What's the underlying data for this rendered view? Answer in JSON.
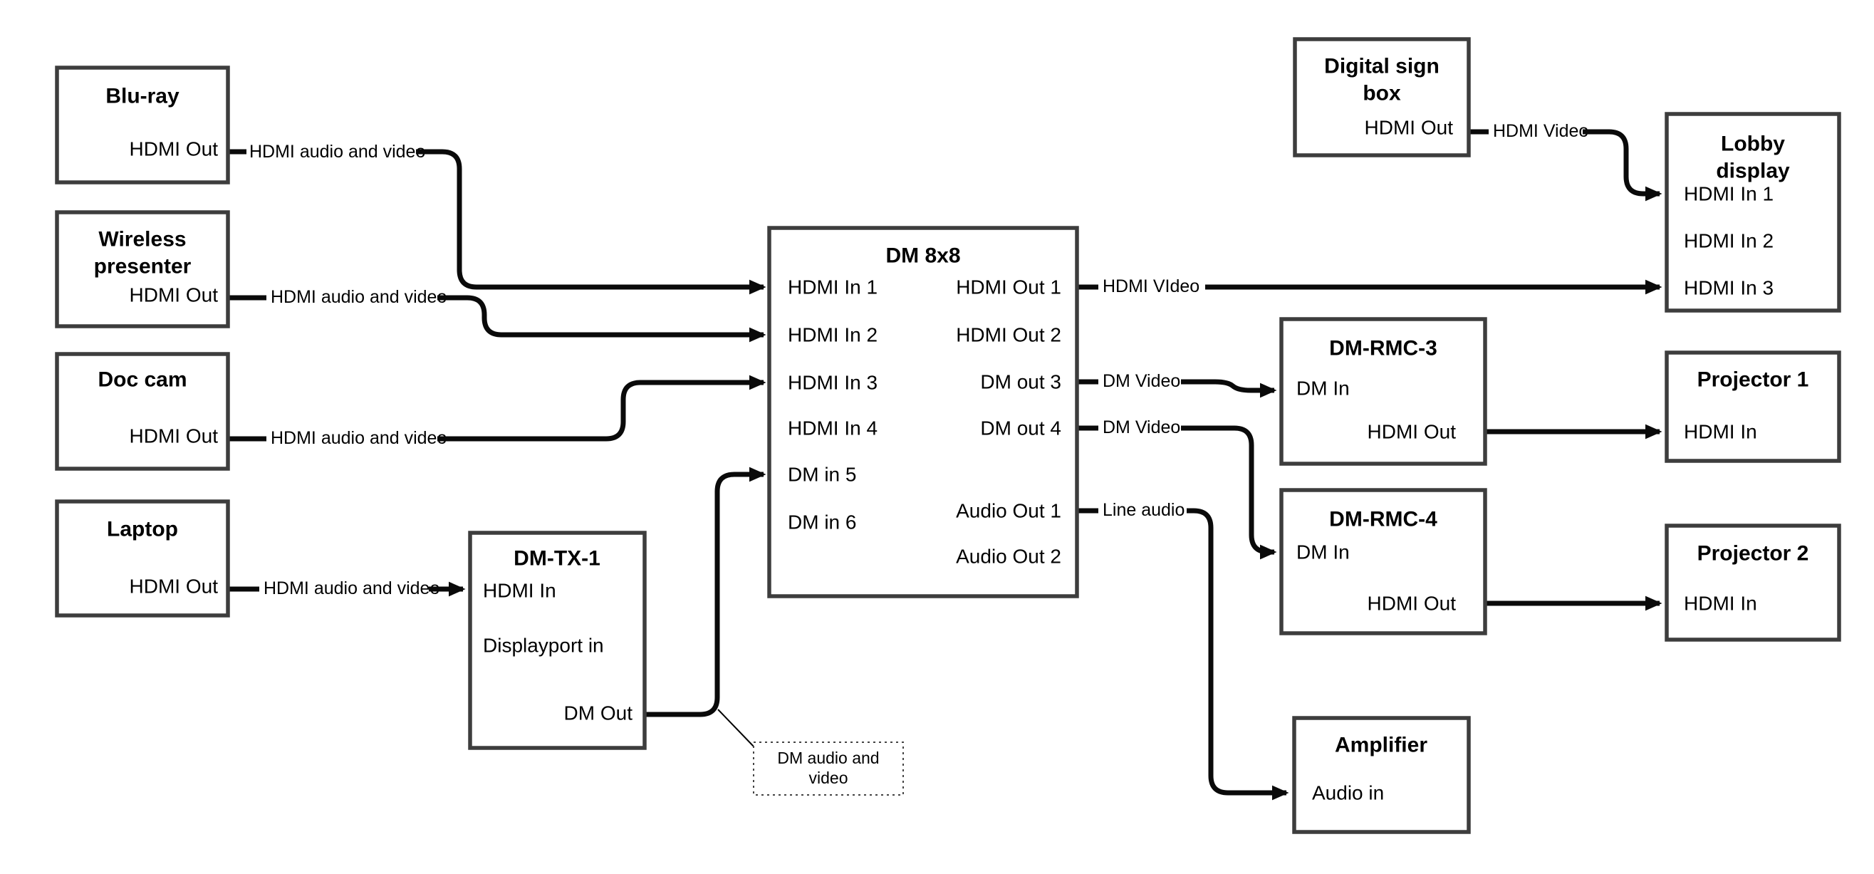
{
  "diagram": {
    "nodes": {
      "bluray": {
        "title": "Blu-ray",
        "ports": {
          "hdmi_out": "HDMI Out"
        }
      },
      "wireless": {
        "title_lines": [
          "Wireless",
          "presenter"
        ],
        "ports": {
          "hdmi_out": "HDMI Out"
        }
      },
      "doc_cam": {
        "title": "Doc cam",
        "ports": {
          "hdmi_out": "HDMI Out"
        }
      },
      "laptop": {
        "title": "Laptop",
        "ports": {
          "hdmi_out": "HDMI Out"
        }
      },
      "dm_tx_1": {
        "title": "DM-TX-1",
        "ports": {
          "hdmi_in": "HDMI In",
          "displayport_in": "Displayport in",
          "dm_out": "DM Out"
        }
      },
      "dm_8x8": {
        "title": "DM 8x8",
        "ports": {
          "hdmi_in_1": "HDMI In 1",
          "hdmi_in_2": "HDMI In 2",
          "hdmi_in_3": "HDMI In 3",
          "hdmi_in_4": "HDMI In 4",
          "dm_in_5": "DM in 5",
          "dm_in_6": "DM in 6",
          "hdmi_out_1": "HDMI Out 1",
          "hdmi_out_2": "HDMI Out 2",
          "dm_out_3": "DM out 3",
          "dm_out_4": "DM out 4",
          "audio_out_1": "Audio Out 1",
          "audio_out_2": "Audio Out 2"
        }
      },
      "digital_sign_box": {
        "title_lines": [
          "Digital sign",
          "box"
        ],
        "ports": {
          "hdmi_out": "HDMI Out"
        }
      },
      "lobby_display": {
        "title_lines": [
          "Lobby",
          "display"
        ],
        "ports": {
          "hdmi_in_1": "HDMI In 1",
          "hdmi_in_2": "HDMI In 2",
          "hdmi_in_3": "HDMI In 3"
        }
      },
      "dm_rmc_3": {
        "title": "DM-RMC-3",
        "ports": {
          "dm_in": "DM In",
          "hdmi_out": "HDMI Out"
        }
      },
      "projector_1": {
        "title": "Projector 1",
        "ports": {
          "hdmi_in": "HDMI In"
        }
      },
      "dm_rmc_4": {
        "title": "DM-RMC-4",
        "ports": {
          "dm_in": "DM In",
          "hdmi_out": "HDMI Out"
        }
      },
      "projector_2": {
        "title": "Projector 2",
        "ports": {
          "hdmi_in": "HDMI In"
        }
      },
      "amplifier": {
        "title": "Amplifier",
        "ports": {
          "audio_in": "Audio in"
        }
      }
    },
    "wires": {
      "bluray_to_dm8x8": {
        "label": "HDMI audio and video"
      },
      "wireless_to_dm8x8": {
        "label": "HDMI audio and video"
      },
      "doc_cam_to_dm8x8": {
        "label": "HDMI audio and video"
      },
      "laptop_to_dmtx1": {
        "label": "HDMI audio and video"
      },
      "dmtx1_to_dm8x8": {
        "callout_lines": [
          "DM audio and",
          "video"
        ]
      },
      "dm8x8_hdmi_out1_to_lobby": {
        "label": "HDMI VIdeo"
      },
      "digital_sign_to_lobby": {
        "label": "HDMI Video"
      },
      "dm8x8_dm_out3_to_rmc3": {
        "label": "DM Video"
      },
      "dm8x8_dm_out4_to_rmc4": {
        "label": "DM Video"
      },
      "dm8x8_audio_out1_to_amplifier": {
        "label": "Line audio"
      }
    },
    "colors": {
      "background": "#ffffff",
      "wire": "#0a0a0a",
      "box_border": "#3d3d3d",
      "text": "#000000"
    }
  }
}
